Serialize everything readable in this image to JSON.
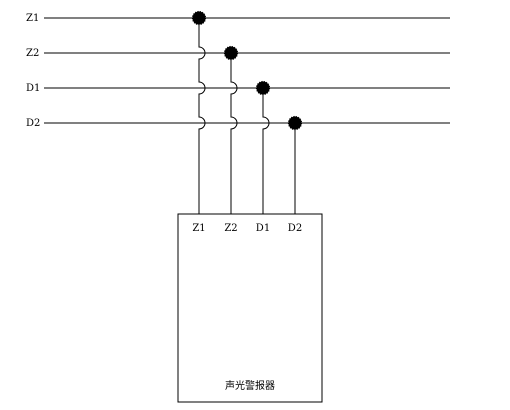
{
  "buses": [
    {
      "label": "Z1"
    },
    {
      "label": "Z2"
    },
    {
      "label": "D1"
    },
    {
      "label": "D2"
    }
  ],
  "device": {
    "label": "声光警报器",
    "terminals": [
      "Z1",
      "Z2",
      "D1",
      "D2"
    ]
  },
  "colors": {
    "line": "#000000",
    "background": "#ffffff"
  }
}
